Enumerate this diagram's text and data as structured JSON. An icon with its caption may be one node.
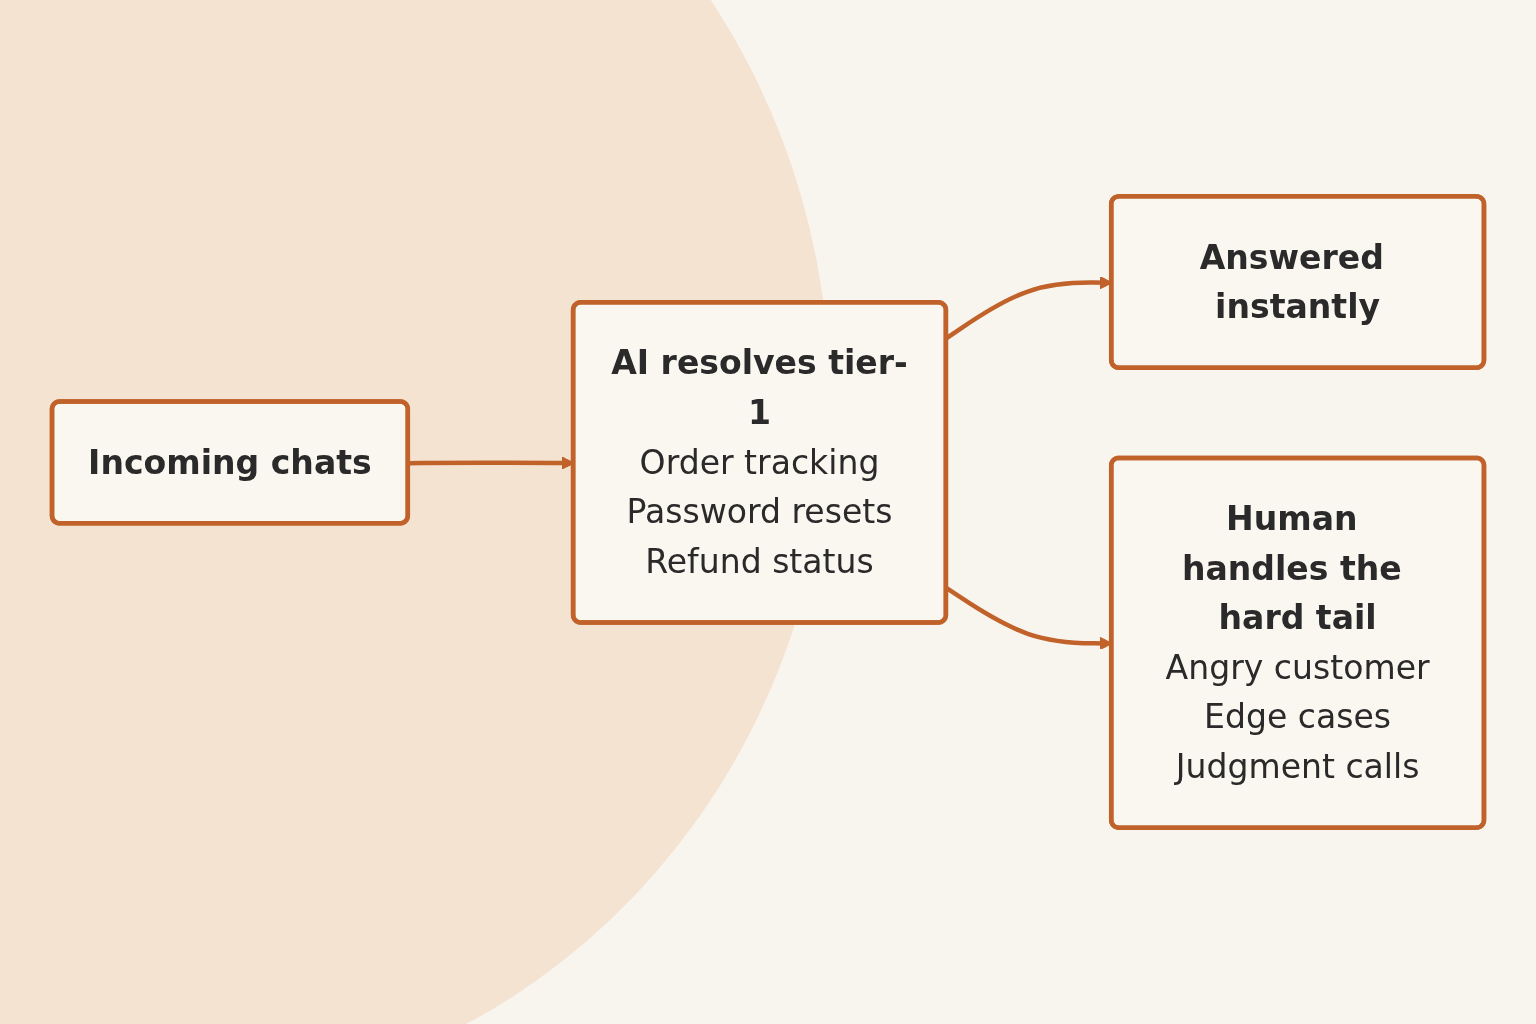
{
  "diagram": {
    "nodes": [
      {
        "text": [
          "Incoming chats"
        ]
      },
      {
        "text": [
          "AI resolves tier-1",
          "Order tracking",
          "Password resets",
          "Refund status"
        ]
      },
      {
        "text": [
          "Answered instantly"
        ]
      },
      {
        "text": [
          "Human handles the hard tail",
          "Angry customer",
          "Edge cases",
          "Judgment calls"
        ]
      }
    ],
    "edges": [
      {
        "from": 0,
        "to": 1,
        "arrow": "to"
      },
      {
        "from": 1,
        "to": 2,
        "arrow": "to"
      },
      {
        "from": 1,
        "to": 3,
        "arrow": "to"
      }
    ]
  }
}
